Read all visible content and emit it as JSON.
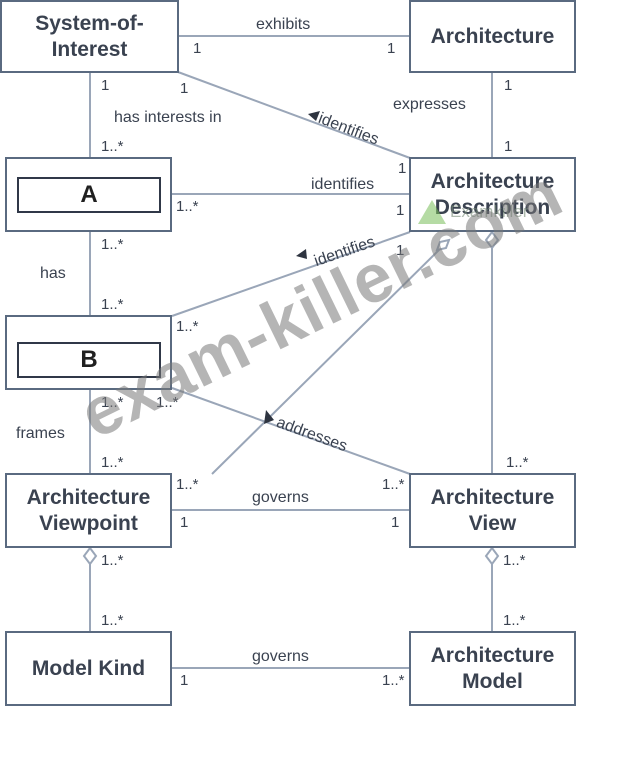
{
  "boxes": {
    "system_of_interest": "System-of-\nInterest",
    "architecture": "Architecture",
    "a": "A",
    "architecture_description": "Architecture\nDescription",
    "b": "B",
    "architecture_viewpoint": "Architecture\nViewpoint",
    "architecture_view": "Architecture\nView",
    "model_kind": "Model Kind",
    "architecture_model": "Architecture\nModel"
  },
  "relations": {
    "exhibits": "exhibits",
    "has_interests_in": "has interests in",
    "expresses": "expresses",
    "identifies_1": "identifies",
    "identifies_2": "identifies",
    "identifies_3": "identifies",
    "has": "has",
    "frames": "frames",
    "addresses": "addresses",
    "governs_1": "governs",
    "governs_2": "governs"
  },
  "multiplicities": {
    "one": "1",
    "one_many": "1..*"
  },
  "watermark": {
    "main": "exam-killer.com",
    "small": "Examkiller"
  }
}
